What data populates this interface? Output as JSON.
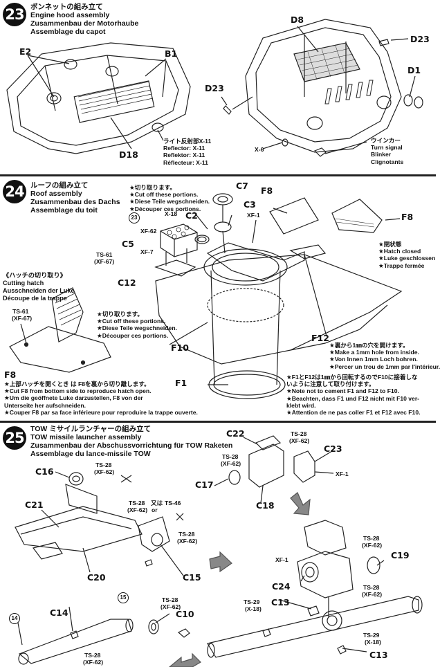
{
  "step23": {
    "number": "23",
    "title_jp": "ボンネットの組み立て",
    "title_en": "Engine hood assembly",
    "title_de": "Zusammenbau der Motorhaube",
    "title_fr": "Assemblage du capot",
    "labels": {
      "e2": "E2",
      "b1": "B1",
      "d18": "D18",
      "d8": "D8",
      "d23a": "D23",
      "d23b": "D23",
      "d1": "D1",
      "x6": "X-6"
    },
    "reflector": [
      "ライト反射部X-11",
      "Reflector: X-11",
      "Reflektor: X-11",
      "Réflecteur: X-11"
    ],
    "turn_signal": [
      "ウインカー",
      "Turn signal",
      "Blinker",
      "Clignotants"
    ]
  },
  "step24": {
    "number": "24",
    "title_jp": "ルーフの組み立て",
    "title_en": "Roof assembly",
    "title_de": "Zusammenbau des Dachs",
    "title_fr": "Assemblage du toit",
    "cut_note": [
      "★切り取ります。",
      "★Cut off these portions.",
      "★Diese Teile wegschneiden.",
      "★Découper ces portions."
    ],
    "labels": {
      "x18": "X-18",
      "c2": "C2",
      "c7": "C7",
      "c3": "C3",
      "xf1": "XF-1",
      "f8a": "F8",
      "f8b": "F8",
      "c5": "C5",
      "xf62": "XF-62",
      "ts61": "TS-61",
      "xf67": "(XF-67)",
      "xf7": "XF-7",
      "c12": "C12",
      "f10": "F10",
      "f12": "F12",
      "f1": "F1",
      "f8c": "F8",
      "ts61b": "TS-61",
      "xf67b": "(XF-67)",
      "circ23": "23"
    },
    "hatch_closed": [
      "★閉状態",
      "★Hatch closed",
      "★Luke geschlossen",
      "★Trappe fermée"
    ],
    "hatch_cut_title": [
      "《ハッチの切り取り》",
      "Cutting hatch",
      "Ausschneiden der Luke",
      "Découpe de la trappe"
    ],
    "hatch_cut_note": [
      "★切り取ります。",
      "★Cut off these portions.",
      "★Diese Teile wegschneiden.",
      "★Découper ces portions."
    ],
    "hole_note": [
      "★裏から1㎜の穴を開けます。",
      "★Make a 1mm hole from inside.",
      "★Von Innen 1mm Loch bohren.",
      "★Percer un trou de 1mm par l'intérieur."
    ],
    "f8_note": [
      "★上部ハッチを開くとき は F8を裏から切り離します。",
      "★Cut F8 from bottom side to reproduce hatch open.",
      "★Um die geöffnete Luke darzustellen, F8 von der",
      "Unterseite her aufschneiden.",
      "★Couper F8 par sa face inférieure pour reproduire la trappe ouverte."
    ],
    "f1_note": [
      "★F1とF12は1㎜から回転するのでF10に接着しな",
      "いように注意して取り付けます。",
      "★Note not to cement F1 and F12 to F10.",
      "★Beachten, dass F1 und F12 nicht mit F10 ver-",
      "klebt wird.",
      "★Attention de ne pas coller F1 et F12 avec F10."
    ]
  },
  "step25": {
    "number": "25",
    "title_jp": "TOW ミサイルランチャーの組み立て",
    "title_en": "TOW missile launcher assembly",
    "title_de": "Zusammenbau der Abschussvorrichtung für TOW Raketen",
    "title_fr": "Assemblage du lance-missile TOW",
    "labels": {
      "c16": "C16",
      "ts28a": "TS-28",
      "xf62a": "(XF-62)",
      "c21": "C21",
      "ts28b": "TS-28",
      "xf62b": "(XF-62)",
      "or_text": "又は",
      "ts46": "TS-46",
      "or_en": "or",
      "ts28c": "TS-28",
      "xf62c": "(XF-62)",
      "c20": "C20",
      "c15": "C15",
      "c22": "C22",
      "ts28d": "TS-28",
      "xf62d": "(XF-62)",
      "c23": "C23",
      "ts28e": "TS-28",
      "xf62e": "(XF-62)",
      "c17": "C17",
      "c18": "C18",
      "xf1a": "XF-1",
      "ts28f": "TS-28",
      "xf62f": "(XF-62)",
      "c19": "C19",
      "xf1b": "XF-1",
      "c24": "C24",
      "ts28g": "TS-28",
      "xf62g": "(XF-62)",
      "c14": "C14",
      "c10": "C10",
      "ts28h": "TS-28",
      "xf62h": "(XF-62)",
      "ts28i": "TS-28",
      "xf62i": "(XF-62)",
      "c13a": "C13",
      "c13b": "C13",
      "ts29a": "TS-29",
      "x18a": "(X-18)",
      "ts29b": "TS-29",
      "x18b": "(X-18)",
      "circ14": "14",
      "circ15": "15"
    }
  }
}
